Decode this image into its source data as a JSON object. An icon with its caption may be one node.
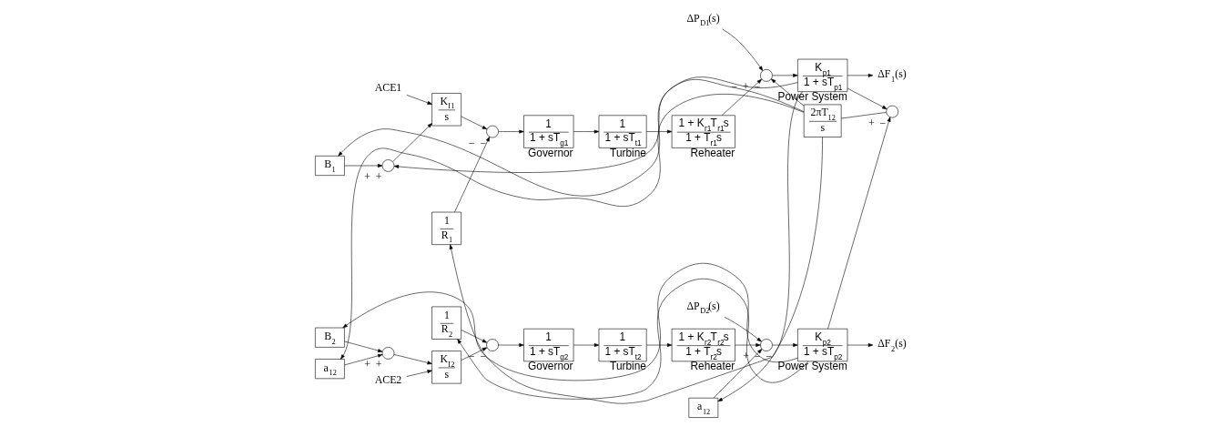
{
  "diagram": {
    "nodes": [
      {
        "text": [
          "B$_{1}$"
        ]
      },
      {
        "text": [],
        "shape": "circle",
        "beside": [
          "+",
          "+"
        ]
      },
      {
        "text": [
          "ACE1"
        ]
      },
      {
        "text": [
          "K$_{I1}$",
          "s"
        ]
      },
      {
        "text": [
          "1",
          "R$_{1}$"
        ]
      },
      {
        "text": [],
        "shape": "circle",
        "beside": [
          "−",
          "−"
        ]
      },
      {
        "text": [
          "1",
          "1 + sT$_{g1}$"
        ],
        "beside": [
          "Governor"
        ]
      },
      {
        "text": [
          "1",
          "1 + sT$_{t1}$"
        ],
        "beside": [
          "Turbine"
        ]
      },
      {
        "text": [
          "1 + K$_{r1}$T$_{r1}$s",
          "1 + T$_{r1}$s"
        ],
        "beside": [
          "Reheater"
        ]
      },
      {
        "text": [
          "ΔP$_{D1}$(s)"
        ]
      },
      {
        "text": [],
        "shape": "circle",
        "beside": [
          "−",
          "+",
          "−"
        ]
      },
      {
        "text": [
          "K$_{p1}$",
          "1 + sT$_{p1}$"
        ],
        "beside": [
          "Power System"
        ]
      },
      {
        "text": [
          "ΔF$_{1}$(s)"
        ]
      },
      {
        "text": [],
        "shape": "circle",
        "beside": [
          "+",
          "−"
        ]
      },
      {
        "text": [
          "2πT$_{12}$",
          "s"
        ]
      },
      {
        "text": [
          "a$_{12}$"
        ]
      },
      {
        "text": [
          "ACE2"
        ]
      },
      {
        "text": [],
        "shape": "circle",
        "beside": [
          "+",
          "+"
        ]
      },
      {
        "text": [
          "K$_{I2}$",
          "s"
        ]
      },
      {
        "text": [
          "B$_{2}$"
        ]
      },
      {
        "text": [],
        "shape": "circle",
        "beside": [
          "−",
          "−"
        ]
      },
      {
        "text": [
          "1",
          "R$_{2}$"
        ]
      },
      {
        "text": [
          "1",
          "1 + sT$_{g2}$"
        ],
        "beside": [
          "Governor"
        ]
      },
      {
        "text": [
          "1",
          "1 + sT$_{t2}$"
        ],
        "beside": [
          "Turbine"
        ]
      },
      {
        "text": [
          "1 + K$_{r2}$T$_{r2}$s",
          "1 + T$_{r2}$s"
        ],
        "beside": [
          "Reheater"
        ]
      },
      {
        "text": [
          "a$_{12}$"
        ]
      },
      {
        "text": [],
        "shape": "circle",
        "beside": [
          "+",
          "−",
          "−"
        ]
      },
      {
        "text": [
          "ΔP$_{D2}$(s)"
        ]
      },
      {
        "text": [
          "K$_{p2}$",
          "1 + sT$_{p2}$"
        ],
        "beside": [
          "Power System"
        ]
      },
      {
        "text": [
          "ΔF$_{2}$(s)"
        ]
      }
    ],
    "edges": [
      {
        "from": 0,
        "to": 1,
        "arrow": "to"
      },
      {
        "from": 1,
        "to": 3,
        "arrow": "to"
      },
      {
        "from": 2,
        "to": 3,
        "arrow": "to"
      },
      {
        "from": 3,
        "to": 5,
        "arrow": "to"
      },
      {
        "from": 4,
        "to": 5,
        "arrow": "to"
      },
      {
        "from": 5,
        "to": 6,
        "arrow": "to"
      },
      {
        "from": 6,
        "to": 7,
        "arrow": "to"
      },
      {
        "from": 7,
        "to": 8,
        "arrow": "to"
      },
      {
        "from": 8,
        "to": 10,
        "arrow": "to"
      },
      {
        "from": 9,
        "to": 10,
        "arrow": "to"
      },
      {
        "from": 10,
        "to": 11,
        "arrow": "to"
      },
      {
        "from": 11,
        "to": 12,
        "arrow": "to"
      },
      {
        "from": 11,
        "to": 0,
        "arrow": "to"
      },
      {
        "from": 11,
        "to": 4,
        "arrow": "to"
      },
      {
        "from": 11,
        "to": 13,
        "arrow": "to"
      },
      {
        "from": 13,
        "to": 14,
        "arrow": "none"
      },
      {
        "from": 14,
        "to": 1,
        "arrow": "to"
      },
      {
        "from": 14,
        "to": 15,
        "arrow": "to"
      },
      {
        "from": 14,
        "to": 10,
        "arrow": "to"
      },
      {
        "from": 14,
        "to": 25,
        "arrow": "to"
      },
      {
        "from": 15,
        "to": 17,
        "arrow": "to"
      },
      {
        "from": 19,
        "to": 17,
        "arrow": "to"
      },
      {
        "from": 17,
        "to": 18,
        "arrow": "to"
      },
      {
        "from": 16,
        "to": 18,
        "arrow": "to"
      },
      {
        "from": 18,
        "to": 20,
        "arrow": "to"
      },
      {
        "from": 21,
        "to": 20,
        "arrow": "to"
      },
      {
        "from": 20,
        "to": 22,
        "arrow": "to"
      },
      {
        "from": 22,
        "to": 23,
        "arrow": "to"
      },
      {
        "from": 23,
        "to": 24,
        "arrow": "to"
      },
      {
        "from": 24,
        "to": 26,
        "arrow": "to"
      },
      {
        "from": 25,
        "to": 26,
        "arrow": "to"
      },
      {
        "from": 27,
        "to": 26,
        "arrow": "to"
      },
      {
        "from": 26,
        "to": 28,
        "arrow": "to"
      },
      {
        "from": 28,
        "to": 29,
        "arrow": "to"
      },
      {
        "from": 28,
        "to": 19,
        "arrow": "to"
      },
      {
        "from": 28,
        "to": 21,
        "arrow": "to"
      },
      {
        "from": 28,
        "to": 13,
        "arrow": "to"
      }
    ]
  }
}
